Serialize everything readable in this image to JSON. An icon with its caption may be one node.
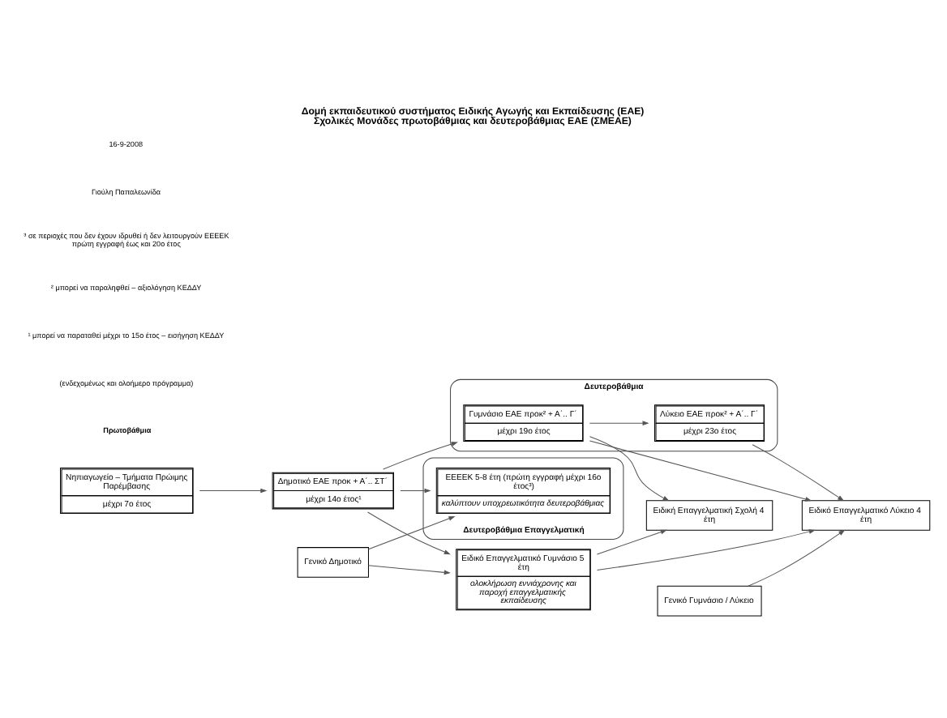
{
  "diagram": {
    "title": "Δομή εκπαιδευτικού συστήματος Ειδικής Αγωγής και Εκπαίδευσης (ΕΑΕ)",
    "caption": "Σχολικές Μονάδες πρωτοβάθμιας και δευτεροβάθμιας ΕΑΕ (ΣΜΕΑΕ)",
    "nodes": [
      {
        "text": [
          "Γενικό Δημοτικό"
        ]
      },
      {
        "text": [
          "Γενικό Γυμνάσιο / Λύκειο"
        ]
      },
      {
        "text": [
          "Νηπιαγωγείο – Τμήματα Πρώιμης Παρέμβασης",
          "μέχρι 7ο έτος"
        ]
      },
      {
        "text": [
          "Δημοτικό ΕΑΕ προκ + Α΄.. ΣΤ΄",
          "μέχρι 14ο έτος¹"
        ]
      },
      {
        "text": [
          "Δευτεροβάθμια"
        ]
      },
      {
        "text": [
          "Γυμνάσιο ΕΑΕ προκ² + Α΄.. Γ΄",
          "μέχρι 19ο έτος"
        ],
        "in": 4
      },
      {
        "text": [
          "Λύκειο ΕΑΕ προκ² + Α΄.. Γ΄",
          "μέχρι 23ο έτος"
        ],
        "in": 4
      },
      {
        "text": [
          "Ειδικό Επαγγελματικό Γυμνάσιο 5 έτη",
          "ολοκλήρωση εννιάχρονης και παροχή επαγγελματικής εκπαίδευσης"
        ]
      },
      {
        "text": [
          "Ειδικό Επαγγελματικό Λύκειο 4 έτη"
        ]
      },
      {
        "text": [
          "Ειδική Επαγγελματική Σχολή 4 έτη"
        ]
      },
      {
        "text": [
          "Δευτεροβάθμια Επαγγελματική"
        ]
      },
      {
        "text": [
          "ΕΕΕΕΚ 5-8 έτη (πρώτη εγγραφή μέχρι 16ο έτος³)",
          "καλύπτουν υποχρεωτικότητα δευτεροβάθμιας"
        ],
        "in": 10
      }
    ],
    "edges": [
      {
        "from": 2,
        "to": 3,
        "arrow": "to"
      },
      {
        "from": 3,
        "to": 5,
        "arrow": "to"
      },
      {
        "from": 3,
        "to": 7,
        "arrow": "to"
      },
      {
        "from": 3,
        "to": 11,
        "arrow": "to"
      },
      {
        "from": 0,
        "to": 7,
        "arrow": "to"
      },
      {
        "from": 0,
        "to": 11,
        "arrow": "to"
      },
      {
        "from": 5,
        "to": 6,
        "arrow": "to"
      },
      {
        "from": 5,
        "to": 8,
        "arrow": "to"
      },
      {
        "from": 5,
        "to": 9,
        "arrow": "to"
      },
      {
        "from": 6,
        "to": 8,
        "arrow": "to"
      },
      {
        "from": 1,
        "to": 8,
        "arrow": "to"
      },
      {
        "from": 7,
        "to": 8,
        "arrow": "to"
      },
      {
        "from": 7,
        "to": 9,
        "arrow": "to"
      }
    ],
    "labels": [
      "Πρωτοβάθμια",
      "(ενδεχομένως και ολοήμερο πρόγραμμα)",
      "¹ μπορεί να παραταθεί μέχρι το 15ο έτος – εισήγηση ΚΕΔΔΥ",
      "² μπορεί να παραληφθεί – αξιολόγηση ΚΕΔΔΥ",
      "³ σε περιοχές που δεν έχουν ιδρυθεί ή δεν λειτουργούν ΕΕΕΕΚ πρώτη εγγραφή έως και 20ο έτος",
      "Γιούλη Παπαλεωνίδα",
      "16-9-2008"
    ]
  }
}
